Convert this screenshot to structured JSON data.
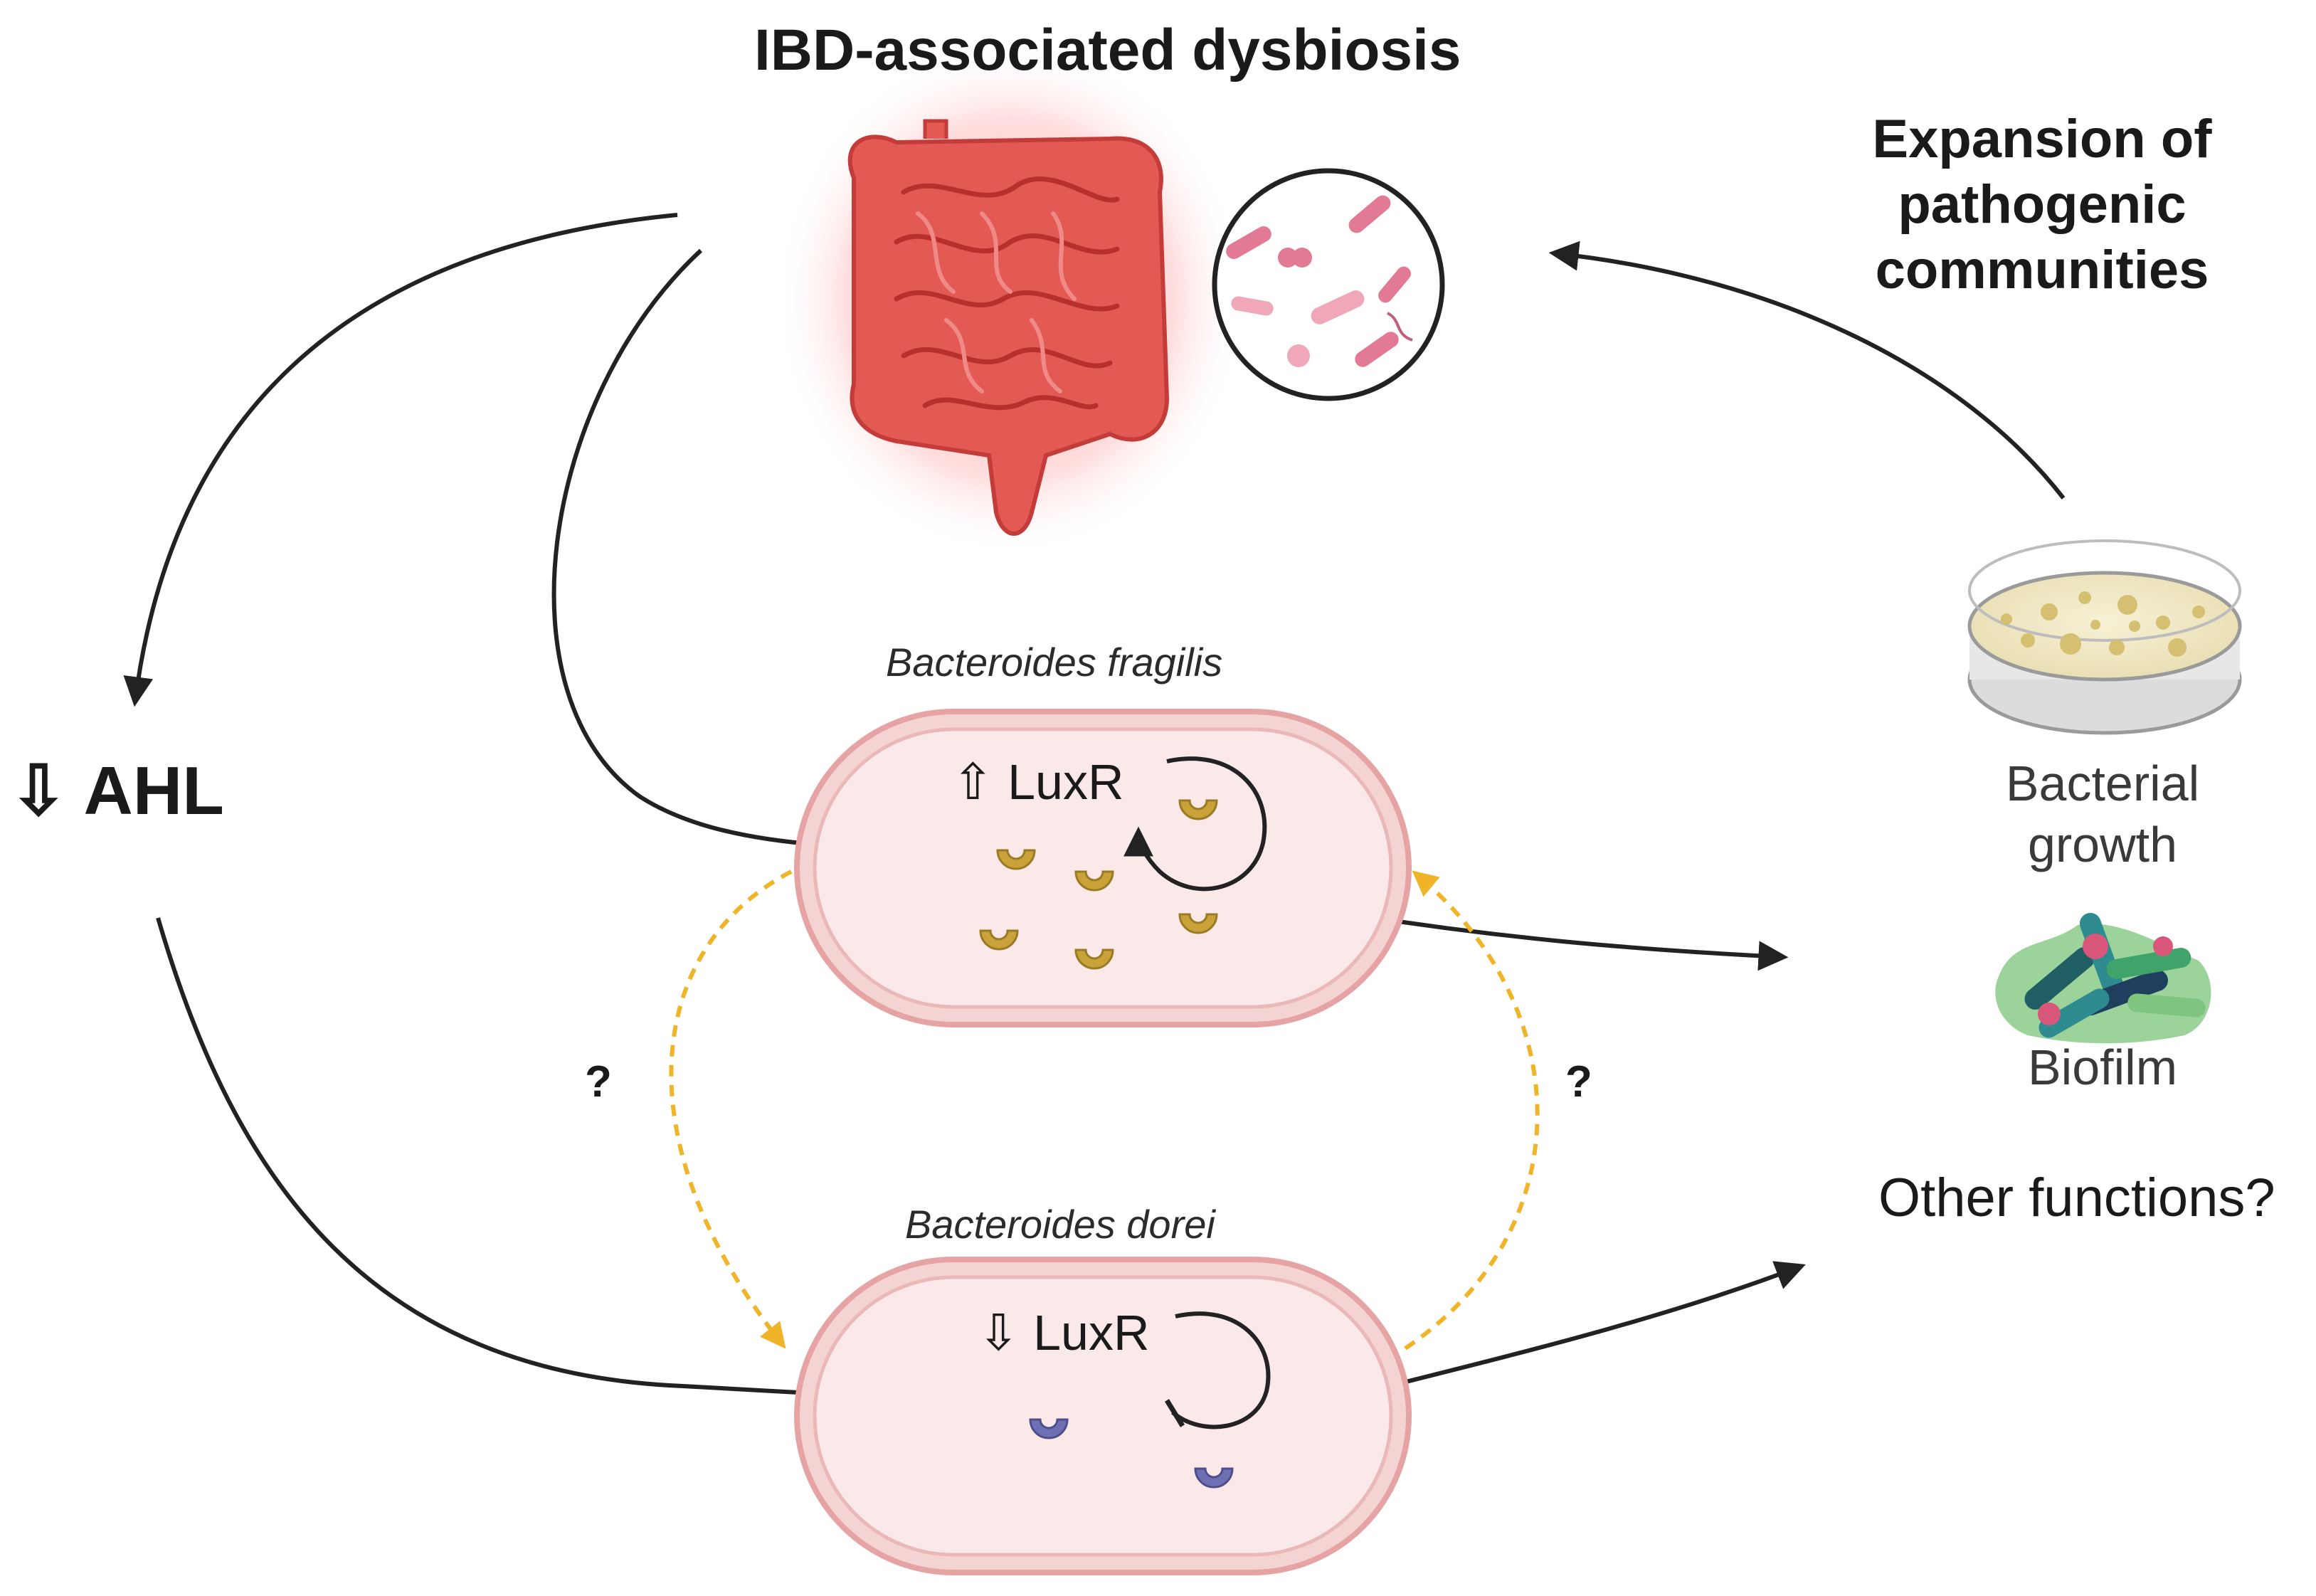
{
  "title": "IBD-associated dysbiosis",
  "expansion_label": "Expansion of pathogenic communities",
  "ahl_label": "⇩ AHL",
  "species": {
    "fragilis": "Bacteroides fragilis",
    "dorei": "Bacteroides dorei"
  },
  "luxr": {
    "fragilis": "⇧ LuxR",
    "dorei": "⇩ LuxR"
  },
  "question_marks": [
    "?",
    "?"
  ],
  "outcomes": {
    "growth": "Bacterial growth",
    "biofilm": "Biofilm",
    "other": "Other functions?"
  },
  "icons": [
    "intestine-icon",
    "bacteria-magnifier-icon",
    "petri-dish-icon",
    "biofilm-icon",
    "luxr-receptor-icon"
  ],
  "colors": {
    "cell_fill": "#fbe8e8",
    "cell_border": "#e8a7a7",
    "fragilis_receptor": "#c9a23a",
    "dorei_receptor": "#6f6fb3",
    "dashed_arrow": "#f0b429",
    "intestine": "#d9534f"
  }
}
